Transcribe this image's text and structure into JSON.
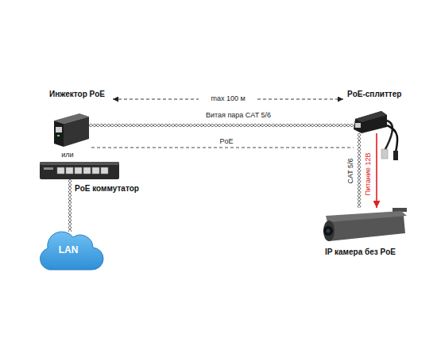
{
  "diagram": {
    "nodes": [
      {
        "text": [
          "Инжектор PoE"
        ]
      },
      {
        "text": [
          "PoE коммутатор"
        ]
      },
      {
        "text": [
          "LAN"
        ]
      },
      {
        "text": [
          "PoE-сплиттер"
        ]
      },
      {
        "text": [
          "IP камера без PoE"
        ]
      }
    ],
    "edges": [
      {
        "from": 0,
        "to": 3,
        "label": "Витая пара CAT 5/6",
        "arrow": "none"
      },
      {
        "from": 1,
        "to": 2,
        "arrow": "none"
      },
      {
        "from": 3,
        "to": 4,
        "label": "CAT 5/6",
        "arrow": "none"
      },
      {
        "from": 3,
        "to": 4,
        "label": "Питание 12В",
        "arrow": "to"
      }
    ],
    "labels": [
      "max 100 м",
      "PoE",
      "или"
    ]
  }
}
